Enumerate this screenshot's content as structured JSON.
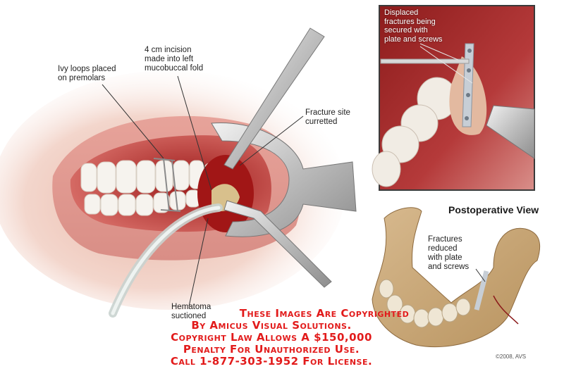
{
  "illustration": {
    "main_view": {
      "labels": [
        {
          "id": "ivy-loops",
          "text": "Ivy loops placed\non premolars"
        },
        {
          "id": "incision",
          "text": "4 cm incision\nmade into left\nmucobuccal fold"
        },
        {
          "id": "fracture-site",
          "text": "Fracture site\ncurretted"
        },
        {
          "id": "hematoma",
          "text": "Hematoma\nsuctioned"
        }
      ]
    },
    "inset_view": {
      "label": "Displaced\nfractures being\nsecured with\nplate and screws"
    },
    "postoperative_view": {
      "title": "Postoperative View",
      "label": "Fractures\nreduced\nwith plate\nand screws"
    },
    "watermark": {
      "lines": [
        "These Images Are Copyrighted",
        "By Amicus Visual Solutions.",
        "Copyright Law Allows A $150,000",
        "Penalty For Unauthorized Use.",
        "Call 1-877-303-1952 For License."
      ],
      "color": "#e21b1b"
    },
    "copyright": "©2008, AVS"
  }
}
